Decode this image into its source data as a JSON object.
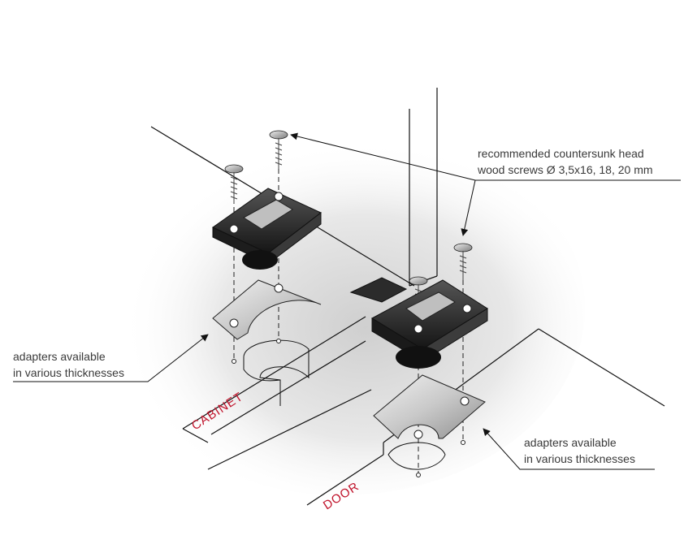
{
  "callouts": {
    "screws_line1": "recommended countersunk head",
    "screws_line2": "wood screws Ø 3,5x16, 18, 20 mm",
    "adapters_left_line1": "adapters available",
    "adapters_left_line2": "in various thicknesses",
    "adapters_right_line1": "adapters available",
    "adapters_right_line2": "in various thicknesses"
  },
  "zones": {
    "cabinet": "CABINET",
    "door": "DOOR"
  },
  "colors": {
    "zone_label": "#c0122a",
    "callout_text": "#3a3a3a",
    "linework": "#111111"
  }
}
